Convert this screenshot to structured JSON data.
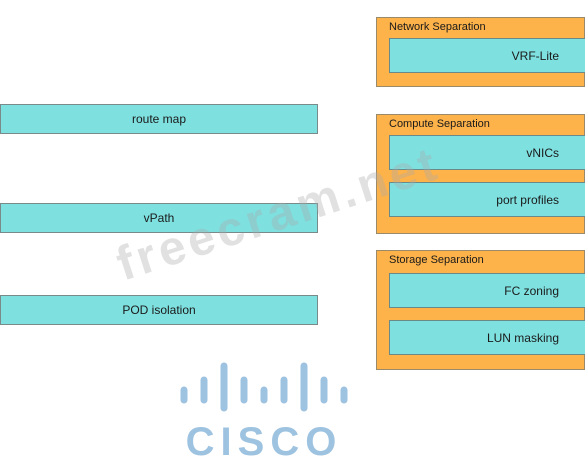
{
  "left_items": [
    "route map",
    "vPath",
    "POD isolation"
  ],
  "groups": [
    {
      "title": "Network Separation",
      "slots": [
        "VRF-Lite"
      ]
    },
    {
      "title": "Compute Separation",
      "slots": [
        "vNICs",
        "port profiles"
      ]
    },
    {
      "title": "Storage Separation",
      "slots": [
        "FC zoning",
        "LUN masking"
      ]
    }
  ],
  "watermark": "freecram.net",
  "logo_text": "CISCO",
  "colors": {
    "item_fill": "#7fe0e0",
    "group_fill": "#fdb24a",
    "logo": "#9ec3e0"
  }
}
